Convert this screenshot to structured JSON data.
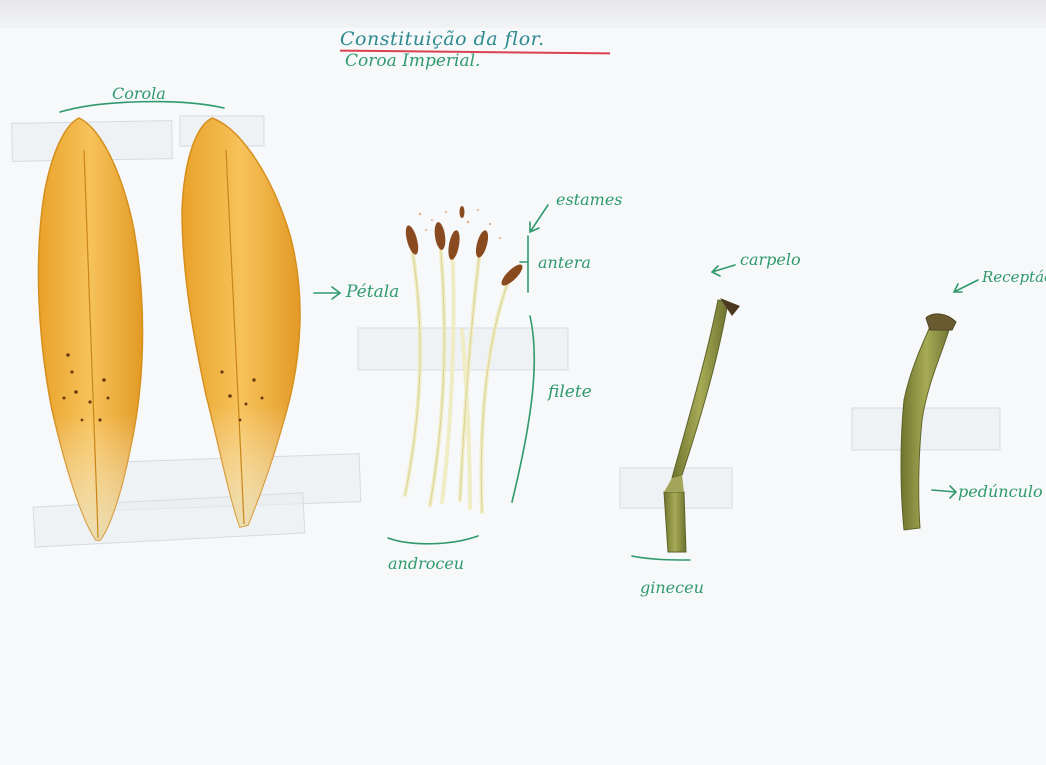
{
  "title": {
    "line1": "Constituição da flor.",
    "line2": "Coroa Imperial."
  },
  "labels": {
    "corola": "Corola",
    "petala": "Pétala",
    "estames": "estames",
    "antera": "antera",
    "filete": "filete",
    "androceu": "androceu",
    "carpelo": "carpelo",
    "gineceu": "gineceu",
    "receptaculo": "Receptáculo",
    "pedunculo": "pedúnculo"
  },
  "colors": {
    "ink": "#2f9a6c",
    "title_ink": "#2c8a8e",
    "underline": "#d9434f",
    "petal": "#f0b23a",
    "stem": "#8a8f3c"
  }
}
